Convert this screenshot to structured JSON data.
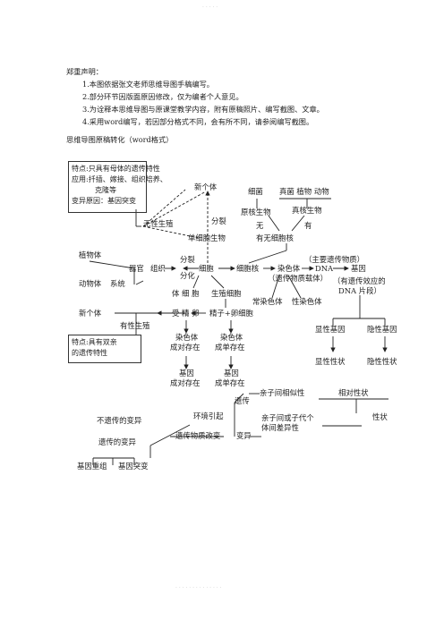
{
  "header_faint": "· · · · ·",
  "footer_faint": "· · · · · · · · · · · · · ·",
  "statement": {
    "title": "郑重声明：",
    "items": [
      "1.本图依据张文老师思维导图手稿编写。",
      "2.部分环节因版面原因修改，仅为编者个人意见。",
      "3.为诠释本思维导图与原课堂教学内容，附有原稿照片、编写截图、文章。",
      "4.采用word编写，若因部分格式不同，会有所不同，请参阅编写截图。"
    ]
  },
  "section_title": "思维导图原稿转化（word格式）",
  "diagram": {
    "box_asexual": [
      "特点:只具有母体的遗传特性",
      "应用:扦插、嫁接、组织培养、",
      "克隆等",
      "变异原因：基因突变"
    ],
    "asexual_label": "无性生殖",
    "new_individual_top": "新个体",
    "division": "分裂",
    "unicellular": "单细胞生物",
    "bacteria": "细菌",
    "fungi_plant_animal": "真菌  植物  动物",
    "prokaryote": "原核生物",
    "eukaryote": "真核生物",
    "none": "无",
    "have": "有",
    "nucleus_q": "有无细胞核",
    "plant_body": "植物体",
    "organ": "器官",
    "tissue": "组织",
    "division2": "分裂",
    "differentiation": "分化",
    "cell": "细胞",
    "nucleus": "细胞核",
    "chromosome": "染色体",
    "dna": "DNA",
    "gene": "基因",
    "main_genetic": "（主要遗传物质）",
    "carrier": "（遗传物质载体）",
    "gene_segment1": "（有遗传效应的",
    "gene_segment2": "DNA 片段）",
    "animal_body": "动物体",
    "system": "系统",
    "somatic": "体 细 胞",
    "germ": "生殖细胞",
    "autosome": "常染色体",
    "sex_chromosome": "性染色体",
    "new_individual_left": "新个体",
    "zygote": "受 精 卵",
    "sperm_egg": "精子+卵细胞",
    "sexual_label": "有性生殖",
    "box_sexual": [
      "特点:具有双亲",
      "的遗传特性"
    ],
    "chrom_pair1": "染色体",
    "chrom_pair2": "成对存在",
    "chrom_single1": "染色体",
    "chrom_single2": "成单存在",
    "gene_pair1": "基因",
    "gene_pair2": "成对存在",
    "gene_single1": "基因",
    "gene_single2": "成单存在",
    "dominant_gene": "显性基因",
    "recessive_gene": "隐性基因",
    "dominant_trait": "显性性状",
    "recessive_trait": "隐性性状",
    "heredity": "遗传",
    "parent_similar": "亲子间相似性",
    "relative_trait": "相对性状",
    "trait": "性状",
    "nonheritable": "不遗传的变异",
    "environment": "环境引起",
    "genetic_change": "遗传物质改变",
    "variation": "变异",
    "diff1": "亲子间或子代个",
    "diff2": "体间差异性",
    "heritable": "遗传的变异",
    "recombination": "基因重组",
    "mutation": "基因突变"
  }
}
